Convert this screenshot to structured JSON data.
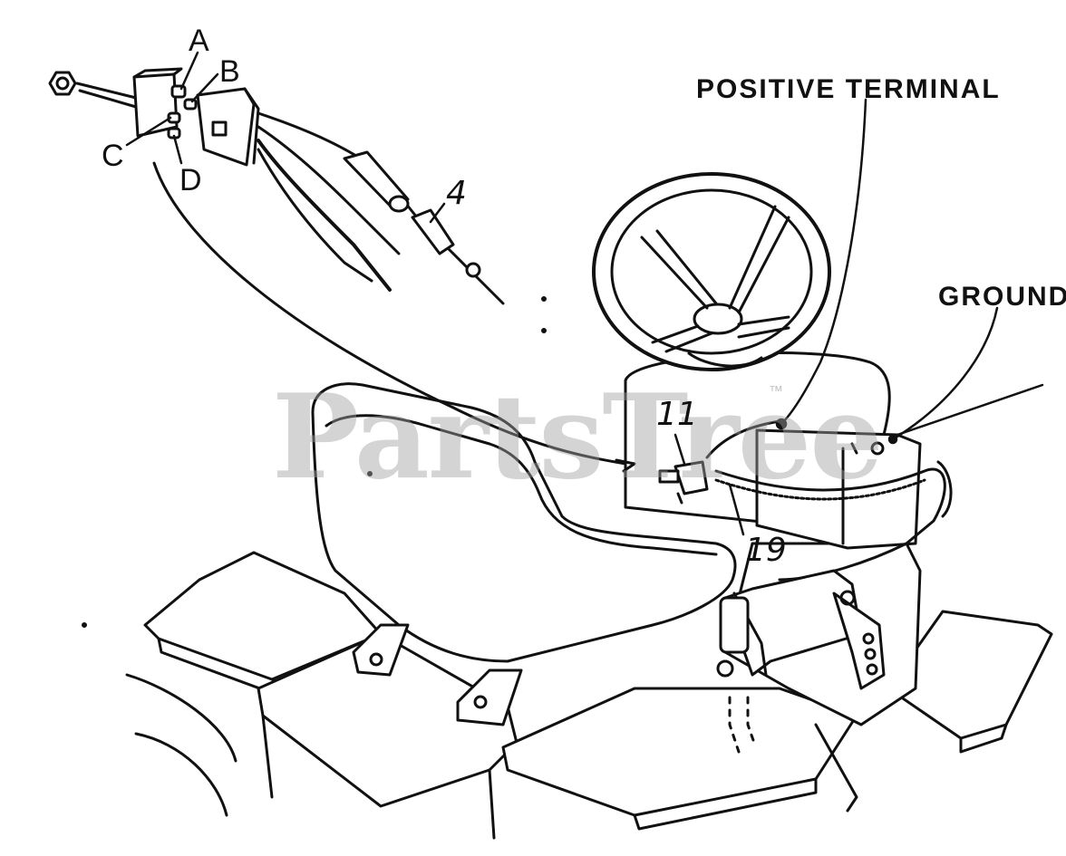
{
  "labels": {
    "positive_terminal": "POSITIVE TERMINAL",
    "ground": "GROUND",
    "a": "A",
    "b": "B",
    "c": "C",
    "d": "D",
    "part_4": "4",
    "part_11": "11",
    "part_19": "19"
  },
  "watermark": {
    "text": "PartsTree",
    "trademark": "™"
  },
  "colors": {
    "ink": "#111111",
    "paper": "#ffffff",
    "watermark": "#a0a0a0"
  }
}
